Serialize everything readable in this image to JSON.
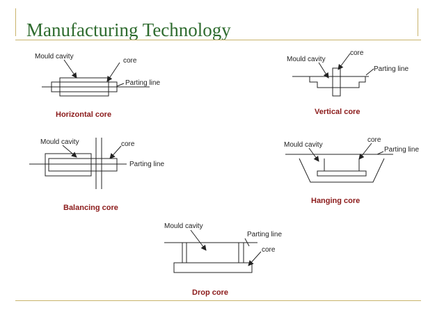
{
  "header": {
    "title": "Manufacturing Technology"
  },
  "diagrams": {
    "horizontal": {
      "caption": "Horizontal core",
      "labels": {
        "mould_cavity": "Mould cavity",
        "core": "core",
        "parting_line": "Parting line"
      }
    },
    "vertical": {
      "caption": "Vertical core",
      "labels": {
        "mould_cavity": "Mould cavity",
        "core": "core",
        "parting_line": "Parting line"
      }
    },
    "balancing": {
      "caption": "Balancing core",
      "labels": {
        "mould_cavity": "Mould cavity",
        "core": "core",
        "parting_line": "Parting line"
      }
    },
    "hanging": {
      "caption": "Hanging core",
      "labels": {
        "mould_cavity": "Mould cavity",
        "core": "core",
        "parting_line": "Parting line"
      }
    },
    "drop": {
      "caption": "Drop core",
      "labels": {
        "mould_cavity": "Mould cavity",
        "core": "core",
        "parting_line": "Parting line"
      }
    }
  }
}
